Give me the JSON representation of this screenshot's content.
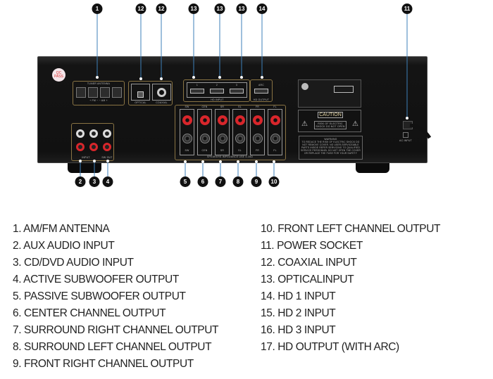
{
  "device": {
    "qc_sticker": "QC PASS",
    "tuner_label": "TUNER ANTENNA",
    "tuner_terminals": "+ FM −   − AM +",
    "optical_label": "OPTICAL",
    "coaxial_label": "COAXIAL",
    "hd_input_label": "HD INPUT",
    "hd_input_numbers": [
      "1",
      "2",
      "3"
    ],
    "hd_output_label": "HD OUTPUT",
    "arc_label": "ARC",
    "input_label": "INPUT",
    "sw_out_label": "SW OUT",
    "speaker_channels": [
      "SW",
      "CEN",
      "SR",
      "SL",
      "FR",
      "FL"
    ],
    "speaker_impedance_label": "SPEAKERS IMPEDANCE USE 4-16Ω",
    "caution_title": "CAUTION",
    "caution_text": "RISK OF ELECTRIC SHOCK DO NOT OPEN",
    "warning_title": "WARNING",
    "warning_text": "TO REDUCE THE RISK OF ELECTRIC SHOCK DO NOT REMOVE COVER. NO USER-SERVICEABLE PARTS INSIDE REFER SERVICING TO QUALIFIED SERVICE PERSONNEL DO NOT OPEN THE COVER OR REPLACE THE FUSE FOR YOUR SAFETY",
    "ac_input_label": "AC INPUT"
  },
  "callouts_top": [
    "1",
    "12",
    "12",
    "13",
    "13",
    "13",
    "14",
    "11"
  ],
  "callouts_bottom": [
    "2",
    "3",
    "4",
    "5",
    "6",
    "7",
    "8",
    "9",
    "10"
  ],
  "legend_left": [
    "1. AM/FM ANTENNA",
    "2. AUX AUDIO INPUT",
    "3. CD/DVD AUDIO INPUT",
    "4. ACTIVE SUBWOOFER OUTPUT",
    "5. PASSIVE SUBWOOFER OUTPUT",
    "6. CENTER CHANNEL OUTPUT",
    "7. SURROUND RIGHT CHANNEL OUTPUT",
    "8. SURROUND LEFT CHANNEL OUTPUT",
    "9. FRONT RIGHT CHANNEL OUTPUT"
  ],
  "legend_right": [
    "10. FRONT LEFT CHANNEL OUTPUT",
    "11. POWER SOCKET",
    "12. COAXIAL INPUT",
    "13. OPTICALINPUT",
    "14. HD 1 INPUT",
    "15. HD 2 INPUT",
    "16. HD 3 INPUT",
    "17. HD OUTPUT (WITH ARC)"
  ],
  "colors": {
    "callout_line": "#3d7fb8",
    "panel_trim": "#8a7444",
    "speaker_red": "#d8262b"
  }
}
